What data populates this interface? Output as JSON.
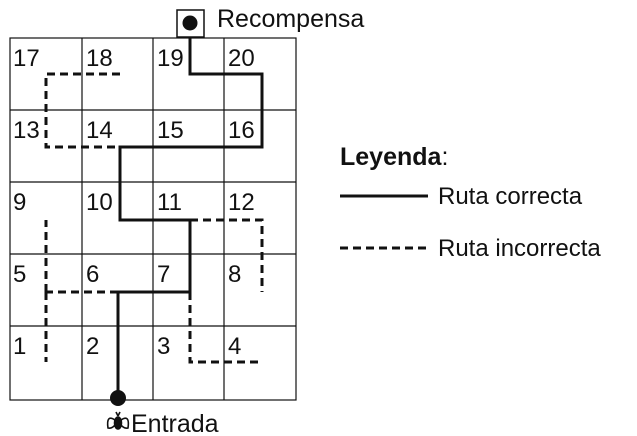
{
  "reward_label": "Recompensa",
  "entrance_label": "Entrada",
  "legend": {
    "title": "Leyenda",
    "colon": ":",
    "correct": "Ruta correcta",
    "incorrect": "Ruta incorrecta"
  },
  "cells": [
    "17",
    "18",
    "19",
    "20",
    "13",
    "14",
    "15",
    "16",
    "9",
    "10",
    "11",
    "12",
    "5",
    "6",
    "7",
    "8",
    "1",
    "2",
    "3",
    "4"
  ],
  "colors": {
    "line": "#111111",
    "background": "#ffffff"
  }
}
